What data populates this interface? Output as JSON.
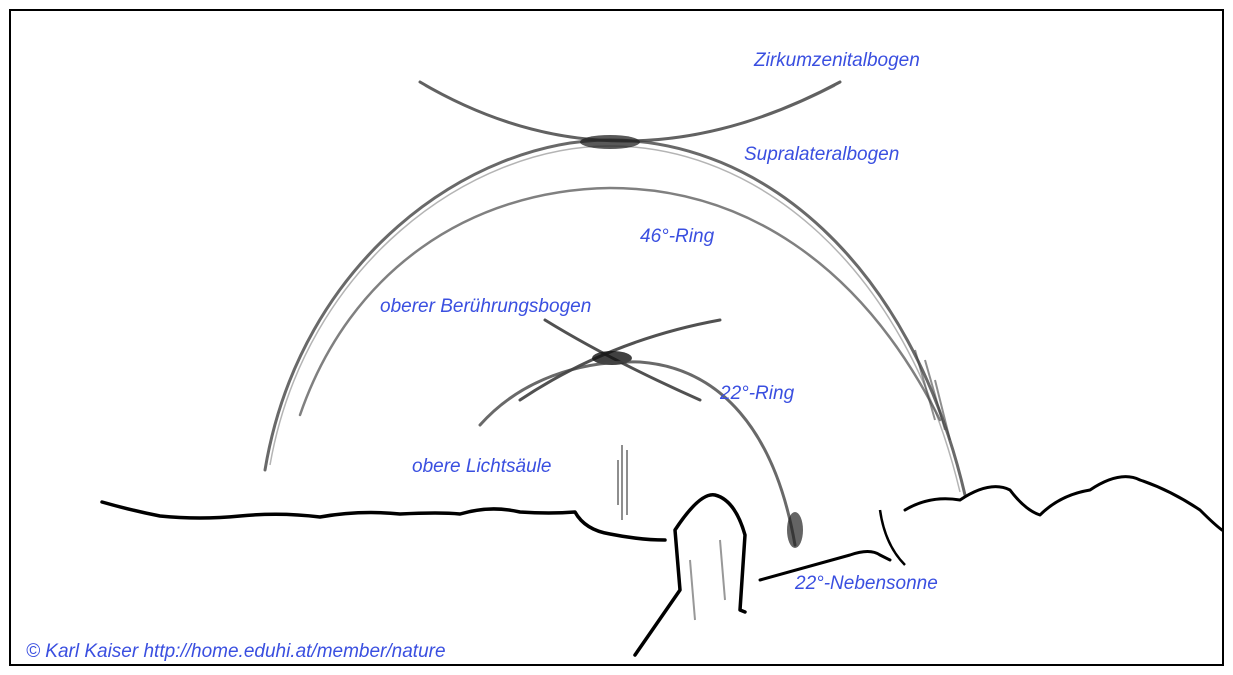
{
  "labels": {
    "zirkumzenitalbogen": "Zirkumzenitalbogen",
    "supralateralbogen": "Supralateralbogen",
    "ring46": "46°-Ring",
    "oberer_beruehrungsbogen": "oberer Berührungsbogen",
    "ring22": "22°-Ring",
    "obere_lichtsaeule": "obere Lichtsäule",
    "nebensonne22": "22°-Nebensonne"
  },
  "credit": "© Karl Kaiser  http://home.eduhi.at/member/nature",
  "colors": {
    "label": "#3a4fe0",
    "pencil": "#333333",
    "ink": "#000000",
    "frame": "#000000",
    "background": "#ffffff"
  }
}
